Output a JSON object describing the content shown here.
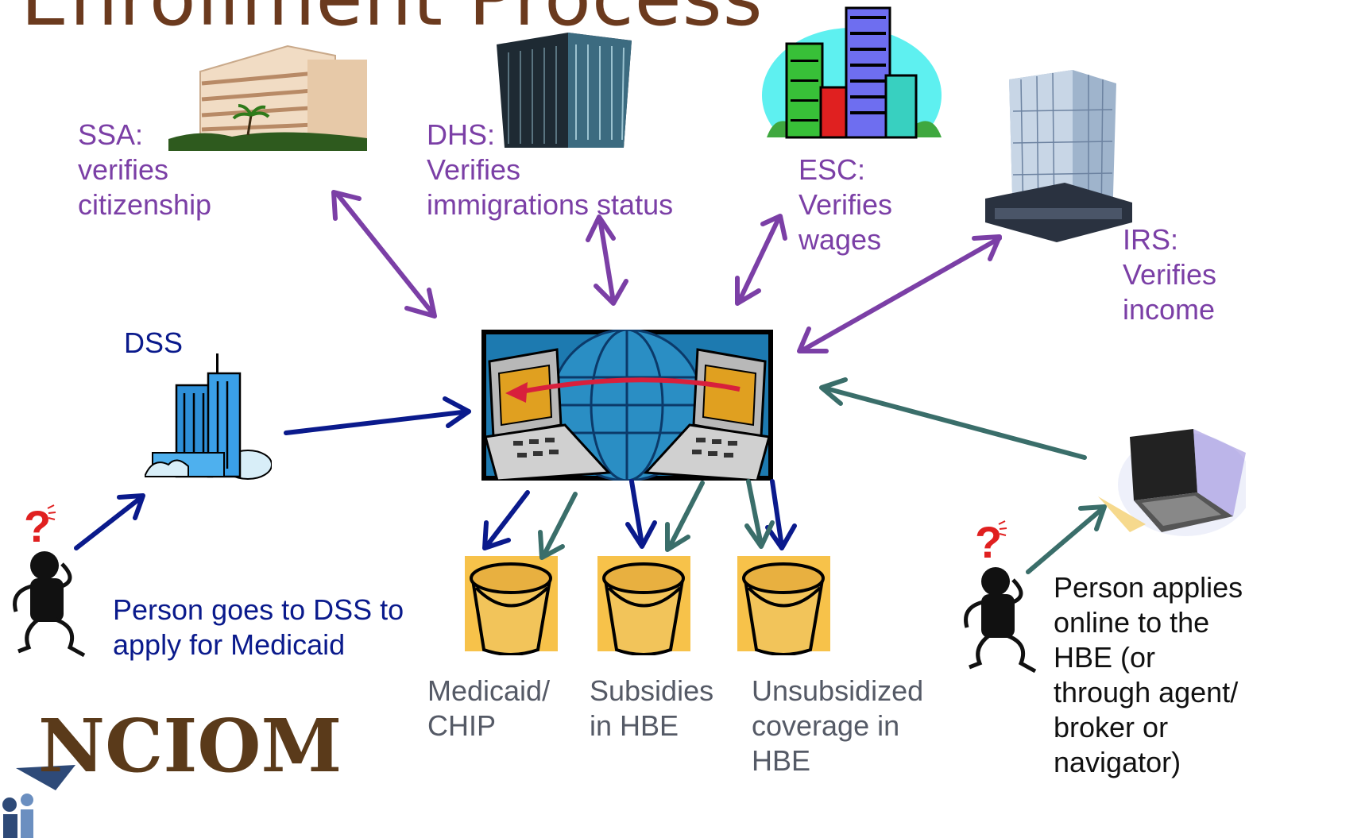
{
  "title": "Enrollment Process",
  "agencies": {
    "ssa": {
      "lines": [
        "SSA:",
        "verifies",
        "citizenship"
      ]
    },
    "dhs": {
      "lines": [
        "DHS:",
        "Verifies",
        "immigrations status"
      ]
    },
    "esc": {
      "lines": [
        "ESC:",
        "Verifies",
        "wages"
      ]
    },
    "irs": {
      "lines": [
        "IRS:",
        "Verifies",
        "income"
      ]
    },
    "dss": {
      "label": "DSS"
    }
  },
  "applicants": {
    "dss_person": {
      "lines": [
        "Person goes to DSS to",
        "apply for Medicaid"
      ]
    },
    "online_person": {
      "lines": [
        "Person applies",
        "online to the",
        "HBE (or",
        "through agent/",
        "broker or",
        "navigator)"
      ]
    }
  },
  "buckets": [
    {
      "lines": [
        "Medicaid/",
        "CHIP"
      ]
    },
    {
      "lines": [
        "Subsidies",
        "in HBE"
      ]
    },
    {
      "lines": [
        "Unsubsidized",
        "coverage in",
        "HBE"
      ]
    }
  ],
  "logo": {
    "text": "NCIOM"
  },
  "colors": {
    "purple": "#7b3fa6",
    "navy": "#0a1a8c",
    "teal": "#3a6e6a",
    "title": "#6b3a1e"
  },
  "icons": {
    "ssa": "office-building-palms-icon",
    "dhs": "dark-office-tower-icon",
    "esc": "city-skyline-icon",
    "irs": "glass-skyscraper-icon",
    "dss": "blue-office-building-icon",
    "hub": "networked-computers-globe-icon",
    "laptop": "laptop-icon",
    "person": "confused-person-icon",
    "bucket": "bucket-icon"
  }
}
